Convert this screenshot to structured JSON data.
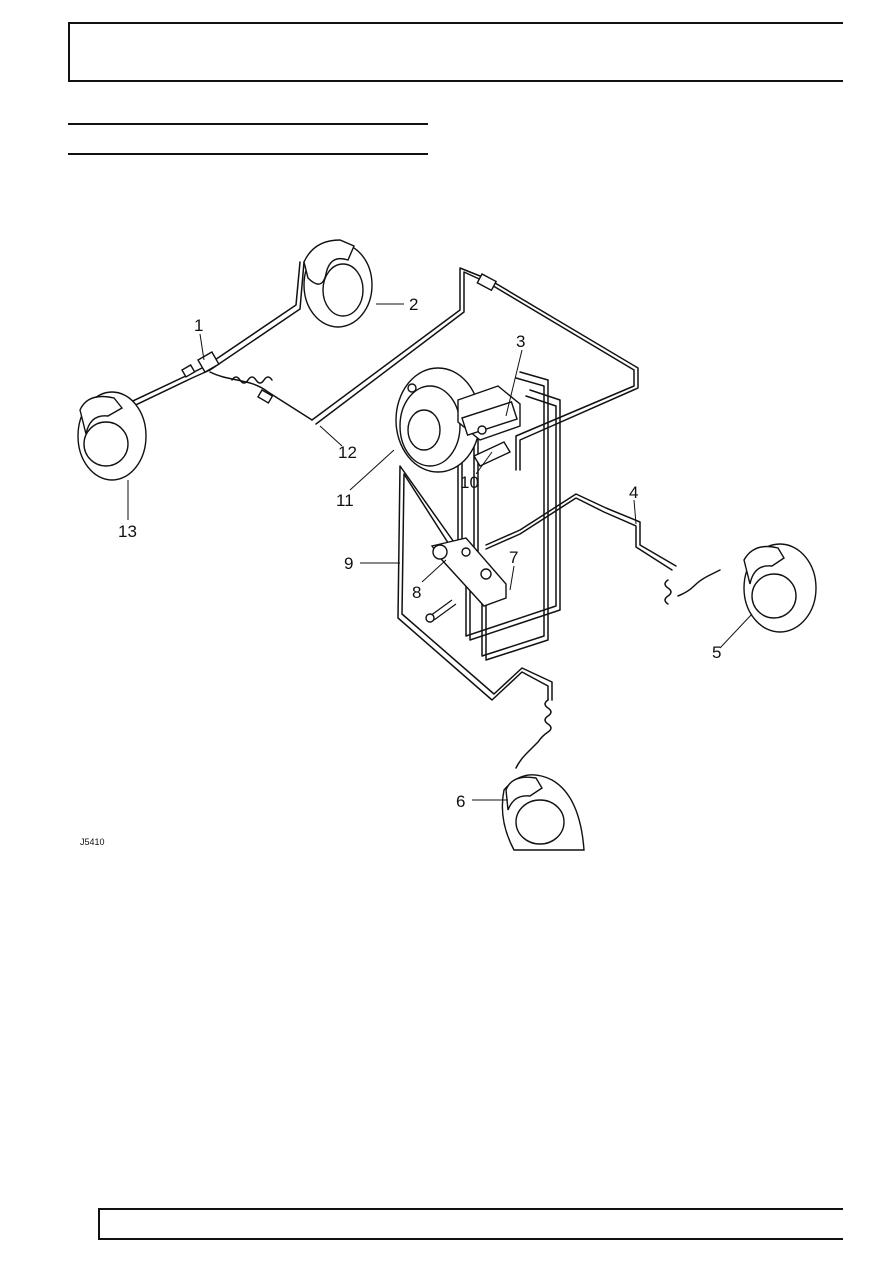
{
  "diagram": {
    "figure_ref": "J5410",
    "callouts": [
      "1",
      "2",
      "3",
      "4",
      "5",
      "6",
      "7",
      "8",
      "9",
      "10",
      "11",
      "12",
      "13"
    ]
  }
}
